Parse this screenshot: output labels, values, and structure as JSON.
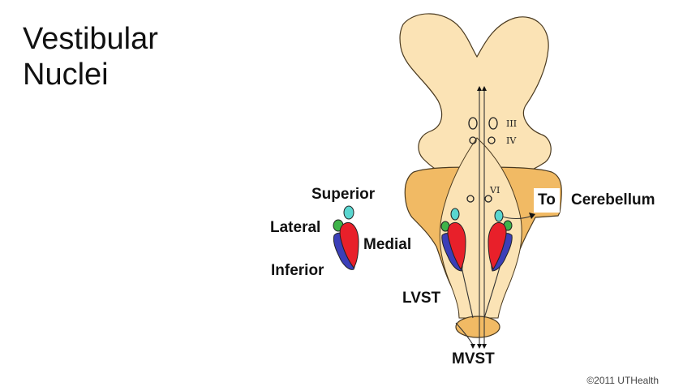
{
  "title": {
    "line1": "Vestibular",
    "line2": "Nuclei"
  },
  "legend": {
    "superior": "Superior",
    "lateral": "Lateral",
    "medial": "Medial",
    "inferior": "Inferior"
  },
  "nerve_labels": {
    "iii": "III",
    "iv": "IV",
    "vi": "VI"
  },
  "tract_labels": {
    "to_cerebellum_to": "To",
    "to_cerebellum": "Cerebellum",
    "lvst": "LVST",
    "mvst": "MVST"
  },
  "copyright": "©2011 UTHealth",
  "colors": {
    "brainstem_light": "#fbe3b5",
    "brainstem_dark": "#f1ba64",
    "superior_nucleus": "#5ad6d0",
    "lateral_nucleus": "#3fb34a",
    "medial_nucleus": "#e8202a",
    "inferior_nucleus": "#3b3fb8"
  }
}
